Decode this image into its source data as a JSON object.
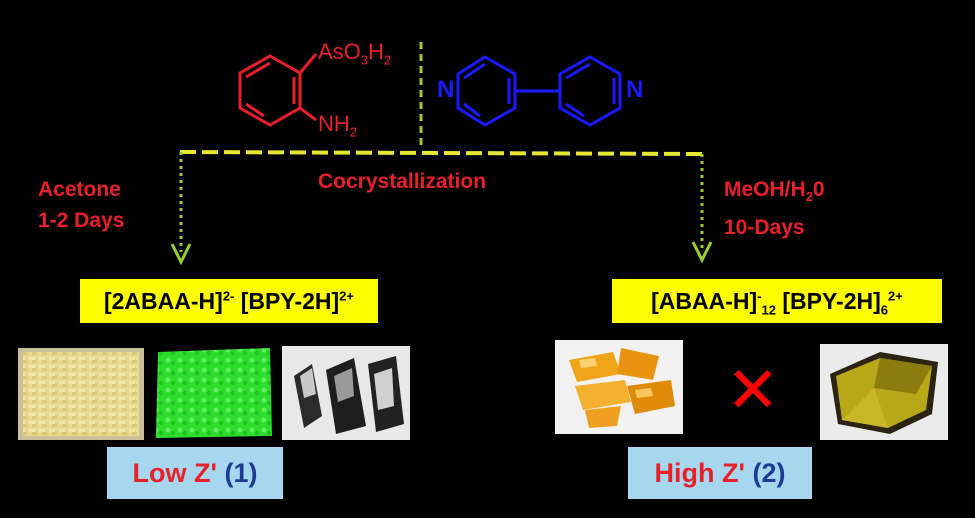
{
  "molecules": {
    "left_substituent_top_parts": [
      "AsO",
      "3",
      "H",
      "2"
    ],
    "left_substituent_bottom_parts": [
      "NH",
      "2"
    ],
    "right_atom_left": "N",
    "right_atom_right": "N"
  },
  "process": {
    "center_label": "Cocrystallization",
    "left_condition_line1": "Acetone",
    "left_condition_line2": "1-2 Days",
    "right_condition_line1": "MeOH/H",
    "right_condition_line1_sub": "2",
    "right_condition_line1_end": "0",
    "right_condition_line2": "10-Days"
  },
  "left_formula": {
    "part1": "[2ABAA-H]",
    "sup1": "2-",
    "part2": " [BPY-2H]",
    "sup2": "2+"
  },
  "right_formula": {
    "part1": "[ABAA-H]",
    "sup1": "-",
    "sub1": "12",
    "part2": " [BPY-2H]",
    "sub2": "6",
    "sup2": "2+"
  },
  "left_result": {
    "label": "Low Z'",
    "number": "(1)"
  },
  "right_result": {
    "label": "High Z'",
    "number": "(2)"
  },
  "colors": {
    "red": "#e8202a",
    "blue_molecule": "#1a1aff",
    "yellow_box": "#ffff00",
    "light_blue_box": "#a7d7ee",
    "dashed_yellow": "#e6e633",
    "dashed_green": "#9acd32",
    "number_blue": "#1f3a93"
  }
}
